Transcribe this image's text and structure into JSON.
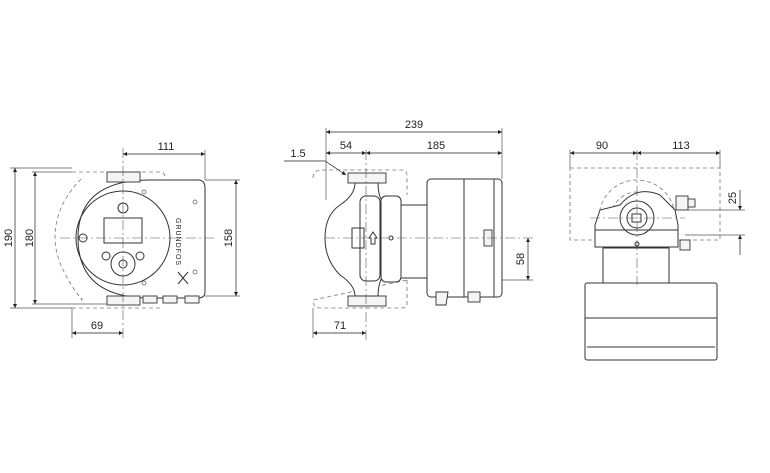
{
  "front_view": {
    "dims": {
      "height_total": "190",
      "height_flange": "180",
      "height_housing": "158",
      "width_right": "111",
      "width_left": "69"
    }
  },
  "side_view": {
    "dims": {
      "length_total": "239",
      "flange_offset": "54",
      "motor_length": "185",
      "gasket": "1.5",
      "axis_offset": "58",
      "back_offset": "71"
    }
  },
  "top_view": {
    "dims": {
      "width_left": "90",
      "width_right": "113",
      "connector_offset": "25"
    }
  },
  "colors": {
    "line": "#333333",
    "background": "#ffffff"
  }
}
